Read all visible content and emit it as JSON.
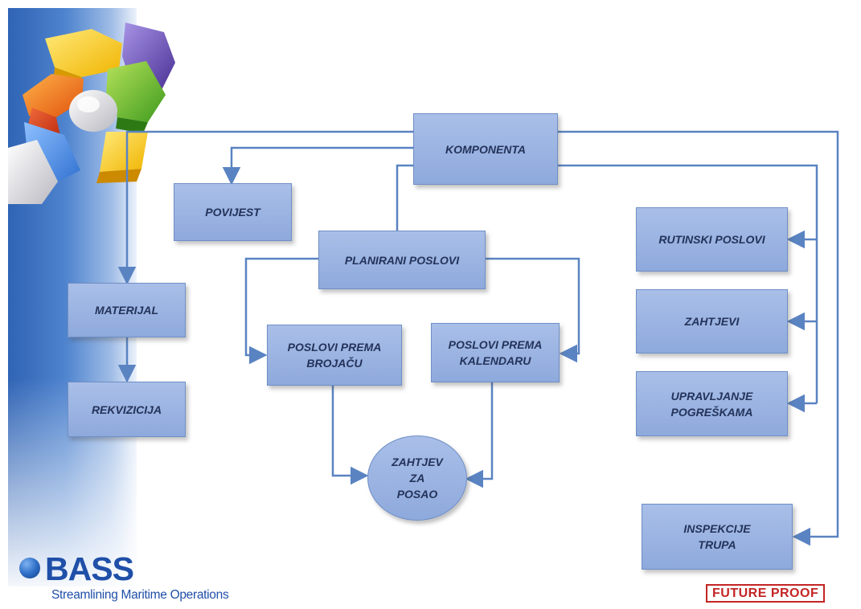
{
  "diagram": {
    "nodes": {
      "komponenta": "KOMPONENTA",
      "povijest": "POVIJEST",
      "planirani_poslovi": "PLANIRANI POSLOVI",
      "materijal": "MATERIJAL",
      "rekvizicija": "REKVIZICIJA",
      "poslovi_prema_brojacu": [
        "POSLOVI PREMA",
        "BROJAČU"
      ],
      "poslovi_prema_kalendaru": [
        "POSLOVI PREMA",
        "KALENDARU"
      ],
      "zahtjev_za_posao": [
        "ZAHTJEV",
        "ZA",
        "POSAO"
      ],
      "rutinski_poslovi": "RUTINSKI POSLOVI",
      "zahtjevi": "ZAHTJEVI",
      "upravljanje_pogreskama": [
        "UPRAVLJANJE",
        "POGREŠKAMA"
      ],
      "inspekcije_trupa": [
        "INSPEKCIJE",
        "TRUPA"
      ]
    },
    "edges": [
      [
        "komponenta",
        "povijest"
      ],
      [
        "komponenta",
        "planirani_poslovi"
      ],
      [
        "komponenta",
        "materijal"
      ],
      [
        "komponenta",
        "rutinski_poslovi"
      ],
      [
        "komponenta",
        "zahtjevi"
      ],
      [
        "komponenta",
        "upravljanje_pogreskama"
      ],
      [
        "komponenta",
        "inspekcije_trupa"
      ],
      [
        "materijal",
        "rekvizicija"
      ],
      [
        "planirani_poslovi",
        "poslovi_prema_brojacu"
      ],
      [
        "planirani_poslovi",
        "poslovi_prema_kalendaru"
      ],
      [
        "poslovi_prema_brojacu",
        "zahtjev_za_posao"
      ],
      [
        "poslovi_prema_kalendaru",
        "zahtjev_za_posao"
      ]
    ],
    "colors": {
      "box_fill": "#9bb3e2",
      "box_border": "#6f8fc6",
      "connector": "#5a83c2",
      "box_text": "#24335a"
    }
  },
  "branding": {
    "bass_name": "BASS",
    "bass_tagline": "Streamlining Maritime Operations",
    "future_proof": "FUTURE PROOF",
    "colors": {
      "bass_blue": "#1f4fa8",
      "future_proof_red": "#c42424"
    }
  }
}
